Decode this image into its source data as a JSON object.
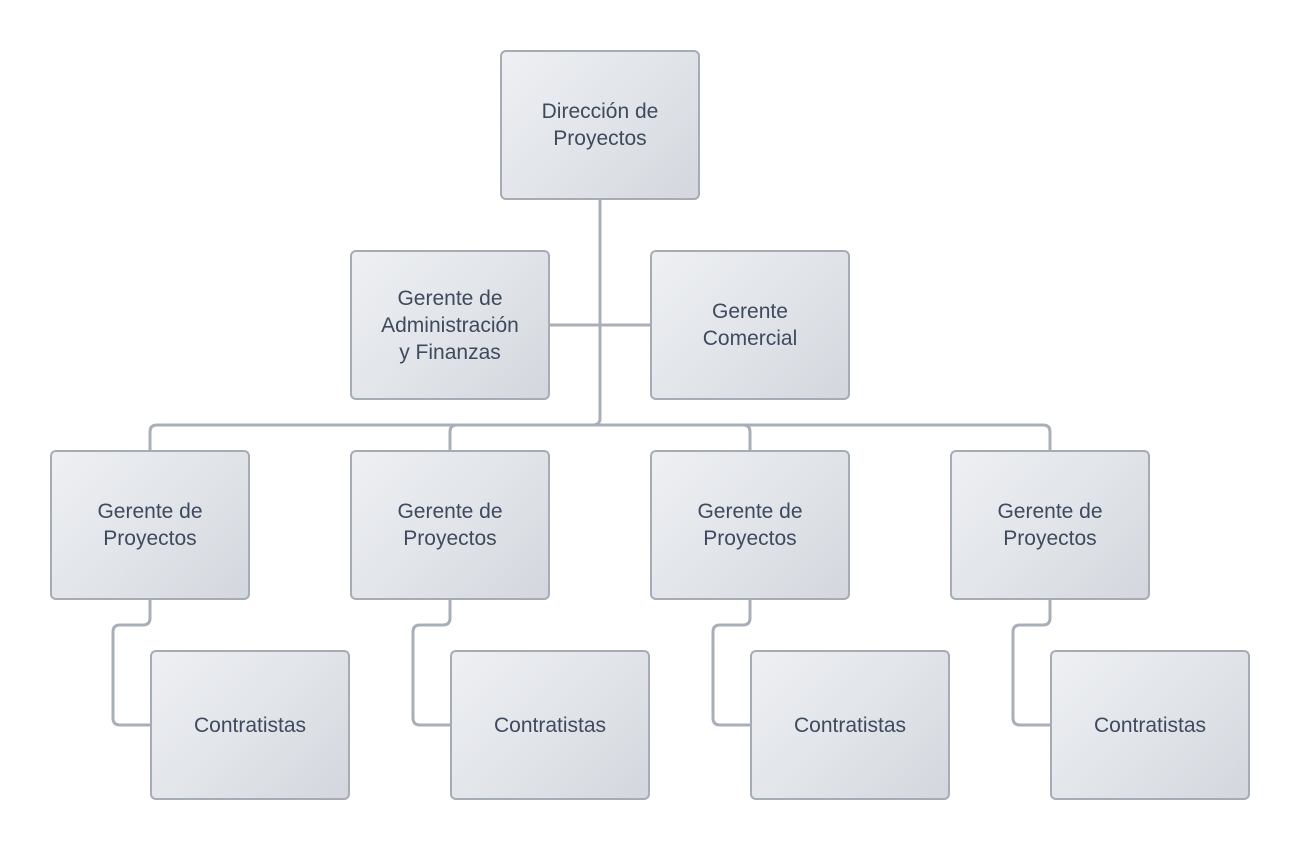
{
  "diagram": {
    "root": {
      "label": "Dirección de\nProyectos"
    },
    "staff": [
      {
        "label": "Gerente de\nAdministración\ny Finanzas"
      },
      {
        "label": "Gerente\nComercial"
      }
    ],
    "managers": [
      {
        "label": "Gerente de\nProyectos",
        "child": "Contratistas"
      },
      {
        "label": "Gerente de\nProyectos",
        "child": "Contratistas"
      },
      {
        "label": "Gerente de\nProyectos",
        "child": "Contratistas"
      },
      {
        "label": "Gerente de\nProyectos",
        "child": "Contratistas"
      }
    ]
  },
  "colors": {
    "box_border": "#a6acb6",
    "box_fill_light": "#eef0f3",
    "box_fill_dark": "#d3d7dd",
    "connector": "#a9afb8",
    "text": "#3f4a5e"
  }
}
